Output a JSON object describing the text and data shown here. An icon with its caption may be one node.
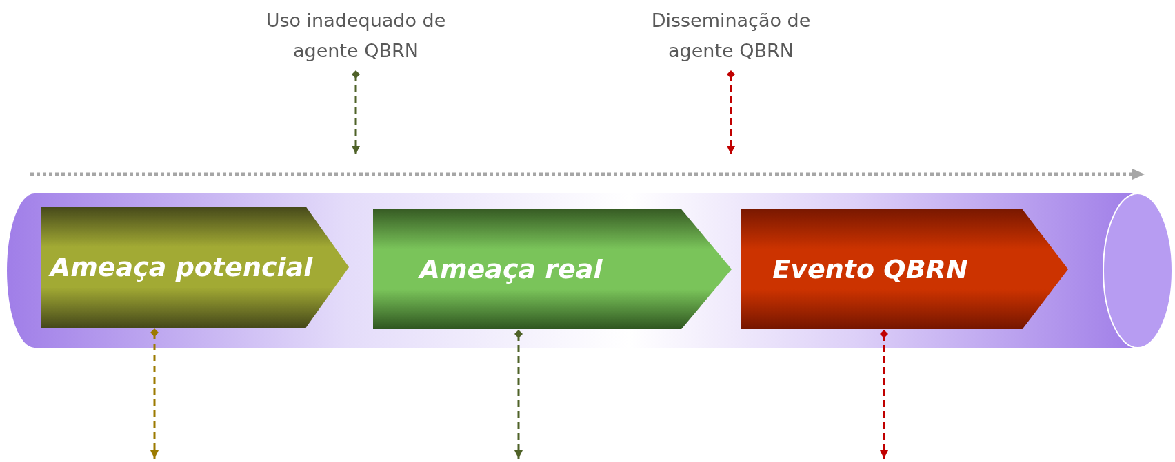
{
  "diagram": {
    "nodes": [
      {
        "text": [
          "Uso inadequado de agente QBRN"
        ]
      },
      {
        "text": [
          "Disseminação de agente QBRN"
        ]
      },
      {
        "text": [],
        "shape": "cylinder"
      },
      {
        "text": [
          "Ameaça potencial"
        ],
        "in": 2
      },
      {
        "text": [
          "Ameaça real"
        ],
        "in": 2
      },
      {
        "text": [
          "Evento QBRN"
        ],
        "in": 2
      }
    ],
    "edges": [
      {
        "from": 0,
        "to": null,
        "arrow": "to",
        "style": "dashed",
        "color": "#4f6228"
      },
      {
        "from": 1,
        "to": null,
        "arrow": "to",
        "style": "dashed",
        "color": "#c00000"
      },
      {
        "from": 3,
        "to": null,
        "arrow": "to",
        "style": "dashed",
        "color": "#9c7a00"
      },
      {
        "from": 4,
        "to": null,
        "arrow": "to",
        "style": "dashed",
        "color": "#4f6228"
      },
      {
        "from": 5,
        "to": null,
        "arrow": "to",
        "style": "dashed",
        "color": "#c00000"
      }
    ]
  }
}
